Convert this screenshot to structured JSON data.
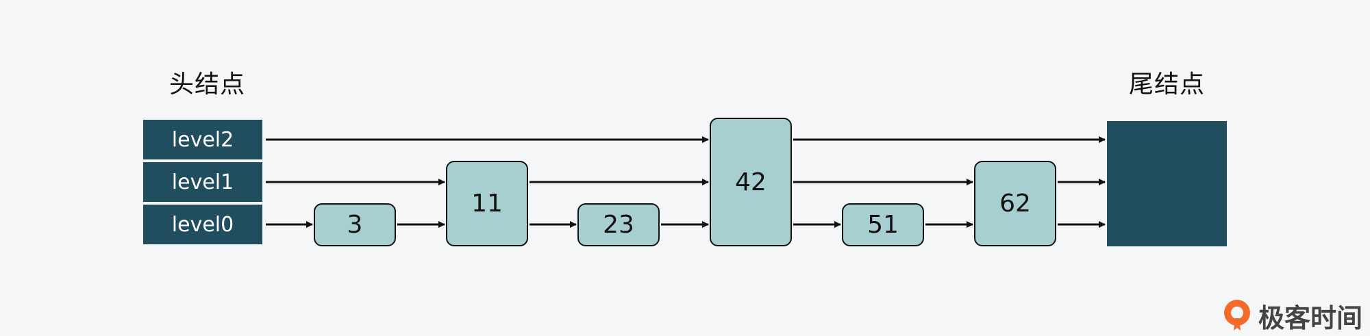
{
  "head_label": "头结点",
  "tail_label": "尾结点",
  "levels": [
    "level2",
    "level1",
    "level0"
  ],
  "nodes": [
    {
      "value": "3",
      "levels": 1
    },
    {
      "value": "11",
      "levels": 2
    },
    {
      "value": "23",
      "levels": 1
    },
    {
      "value": "42",
      "levels": 3
    },
    {
      "value": "51",
      "levels": 1
    },
    {
      "value": "62",
      "levels": 2
    }
  ],
  "brand": {
    "name": "极客时间",
    "icon": "geektime-logo-icon",
    "color": "#f26b2a"
  },
  "colors": {
    "header": "#214e5f",
    "node": "#a8cfcf",
    "background": "#f4f6f8"
  }
}
